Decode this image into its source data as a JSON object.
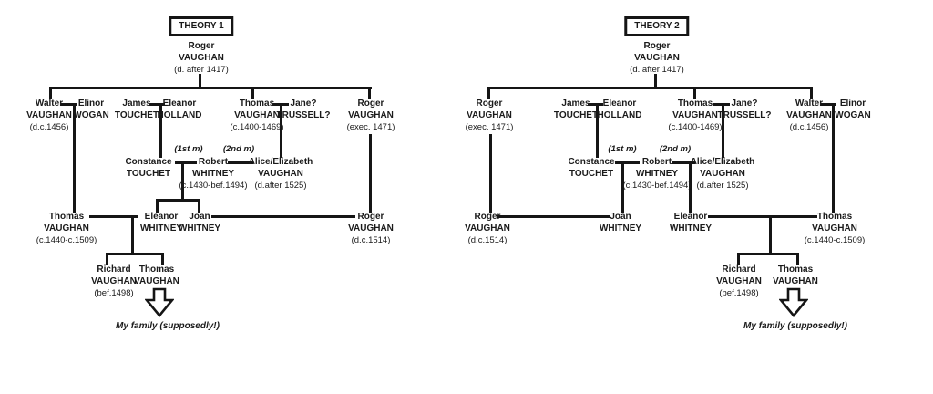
{
  "line_color": "#151515",
  "text_color": "#1a1a1a",
  "theory1": {
    "title": "THEORY 1",
    "marriage_labels": {
      "first": "(1st m)",
      "second": "(2nd m)"
    },
    "caption": "My family (supposedly!)",
    "people": {
      "roger_sr": [
        "Roger",
        "VAUGHAN",
        "(d. after 1417)"
      ],
      "walter": [
        "Walter",
        "VAUGHAN",
        "(d.c.1456)"
      ],
      "elinor": [
        "Elinor",
        "WOGAN"
      ],
      "james": [
        "James",
        "TOUCHET"
      ],
      "eleanor_holland": [
        "Eleanor",
        "HOLLAND"
      ],
      "thomas_sr": [
        "Thomas",
        "VAUGHAN",
        "(c.1400-1469)"
      ],
      "jane": [
        "Jane?",
        "TRUSSELL?"
      ],
      "roger_exec": [
        "Roger",
        "VAUGHAN",
        "(exec. 1471)"
      ],
      "constance": [
        "Constance",
        "TOUCHET"
      ],
      "robert": [
        "Robert",
        "WHITNEY",
        "(c.1430-bef.1494)"
      ],
      "alice": [
        "Alice/Elizabeth",
        "VAUGHAN",
        "(d.after 1525)"
      ],
      "thomas_jr": [
        "Thomas",
        "VAUGHAN",
        "(c.1440-c.1509)"
      ],
      "eleanor_whitney": [
        "Eleanor",
        "WHITNEY"
      ],
      "joan": [
        "Joan",
        "WHITNEY"
      ],
      "roger_1514": [
        "Roger",
        "VAUGHAN",
        "(d.c.1514)"
      ],
      "richard": [
        "Richard",
        "VAUGHAN",
        "(bef.1498)"
      ],
      "thomas_son": [
        "Thomas",
        "VAUGHAN"
      ]
    }
  },
  "theory2": {
    "title": "THEORY 2",
    "marriage_labels": {
      "first": "(1st m)",
      "second": "(2nd m)"
    },
    "caption": "My family (supposedly!)",
    "people": {
      "roger_sr": [
        "Roger",
        "VAUGHAN",
        "(d. after 1417)"
      ],
      "roger_exec": [
        "Roger",
        "VAUGHAN",
        "(exec. 1471)"
      ],
      "james": [
        "James",
        "TOUCHET"
      ],
      "eleanor_holland": [
        "Eleanor",
        "HOLLAND"
      ],
      "thomas_sr": [
        "Thomas",
        "VAUGHAN",
        "(c.1400-1469)"
      ],
      "jane": [
        "Jane?",
        "TRUSSELL?"
      ],
      "walter": [
        "Walter",
        "VAUGHAN",
        "(d.c.1456)"
      ],
      "elinor": [
        "Elinor",
        "WOGAN"
      ],
      "constance": [
        "Constance",
        "TOUCHET"
      ],
      "robert": [
        "Robert",
        "WHITNEY",
        "(c.1430-bef.1494)"
      ],
      "alice": [
        "Alice/Elizabeth",
        "VAUGHAN",
        "(d.after 1525)"
      ],
      "roger_1514": [
        "Roger",
        "VAUGHAN",
        "(d.c.1514)"
      ],
      "joan": [
        "Joan",
        "WHITNEY"
      ],
      "eleanor_whitney": [
        "Eleanor",
        "WHITNEY"
      ],
      "thomas_jr": [
        "Thomas",
        "VAUGHAN",
        "(c.1440-c.1509)"
      ],
      "richard": [
        "Richard",
        "VAUGHAN",
        "(bef.1498)"
      ],
      "thomas_son": [
        "Thomas",
        "VAUGHAN"
      ]
    }
  }
}
